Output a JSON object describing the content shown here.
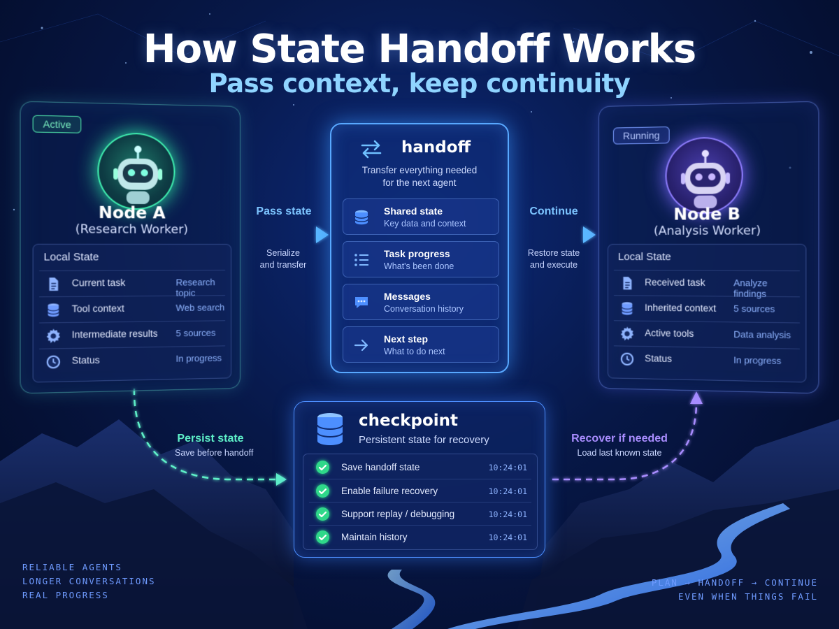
{
  "title": "How State Handoff Works",
  "subtitle": "Pass context, keep continuity",
  "node_a": {
    "badge": "Active",
    "name": "Node A",
    "role": "(Research Worker)",
    "state_title": "Local State",
    "rows": [
      {
        "icon": "document-icon",
        "key": "Current task",
        "value": "Research topic"
      },
      {
        "icon": "database-icon",
        "key": "Tool context",
        "value": "Web search"
      },
      {
        "icon": "gear-icon",
        "key": "Intermediate results",
        "value": "5 sources"
      },
      {
        "icon": "clock-icon",
        "key": "Status",
        "value": "In progress"
      }
    ]
  },
  "node_b": {
    "badge": "Running",
    "name": "Node B",
    "role": "(Analysis Worker)",
    "state_title": "Local State",
    "rows": [
      {
        "icon": "document-icon",
        "key": "Received task",
        "value": "Analyze findings"
      },
      {
        "icon": "database-icon",
        "key": "Inherited context",
        "value": "5 sources"
      },
      {
        "icon": "gear-icon",
        "key": "Active tools",
        "value": "Data analysis"
      },
      {
        "icon": "clock-icon",
        "key": "Status",
        "value": "In progress"
      }
    ]
  },
  "handoff": {
    "icon": "swap-arrows-icon",
    "title": "handoff",
    "subtitle_line1": "Transfer everything needed",
    "subtitle_line2": "for the next agent",
    "cards": [
      {
        "icon": "database-icon",
        "title": "Shared state",
        "desc": "Key data and context"
      },
      {
        "icon": "list-icon",
        "title": "Task progress",
        "desc": "What's been done"
      },
      {
        "icon": "chat-bubble-icon",
        "title": "Messages",
        "desc": "Conversation history"
      },
      {
        "icon": "arrow-right-icon",
        "title": "Next step",
        "desc": "What to do next"
      }
    ]
  },
  "checkpoint": {
    "icon": "database-icon",
    "title": "checkpoint",
    "subtitle": "Persistent state for recovery",
    "items": [
      {
        "label": "Save handoff state",
        "time": "10:24:01"
      },
      {
        "label": "Enable failure recovery",
        "time": "10:24:01"
      },
      {
        "label": "Support replay / debugging",
        "time": "10:24:01"
      },
      {
        "label": "Maintain history",
        "time": "10:24:01"
      }
    ]
  },
  "connectors": {
    "pass_state": {
      "main": "Pass state",
      "sub1": "Serialize",
      "sub2": "and transfer"
    },
    "continue": {
      "main": "Continue",
      "sub1": "Restore state",
      "sub2": "and execute"
    },
    "persist": {
      "main": "Persist state",
      "sub": "Save before handoff"
    },
    "recover": {
      "main": "Recover if needed",
      "sub": "Load last known state"
    }
  },
  "footer_left": [
    "RELIABLE AGENTS",
    "LONGER CONVERSATIONS",
    "REAL PROGRESS"
  ],
  "footer_right": [
    "PLAN → HANDOFF → CONTINUE",
    "EVEN WHEN THINGS FAIL"
  ],
  "colors": {
    "node_a_accent": "#3ff0b0",
    "node_b_accent": "#8f7dff",
    "handoff_border": "#58a8ff",
    "pass_state_text": "#7cc4ff",
    "persist_text": "#5ef0c8",
    "recover_text": "#a98dff"
  }
}
